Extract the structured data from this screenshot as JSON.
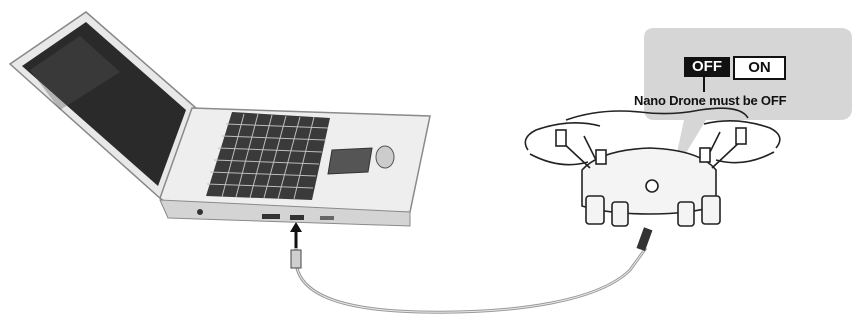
{
  "callout": {
    "switch_off_label": "OFF",
    "switch_on_label": "ON",
    "caption": "Nano Drone must be OFF"
  },
  "icons": {
    "laptop": "laptop-icon",
    "drone": "drone-icon",
    "usb_cable": "usb-cable-icon",
    "arrow": "up-arrow-icon"
  },
  "colors": {
    "bubble": "#d6d6d6",
    "ink": "#111111",
    "screen": "#2a2a2a"
  }
}
